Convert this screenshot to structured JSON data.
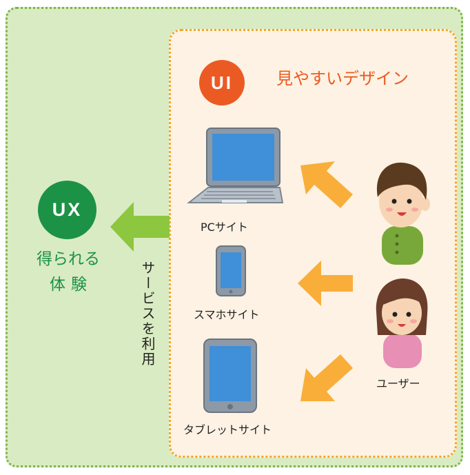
{
  "ui": {
    "badge": "UI",
    "title": "見やすいデザイン"
  },
  "ux": {
    "badge": "UX",
    "line1": "得られる",
    "line2": "体験"
  },
  "service_label": "サービスを利用",
  "devices": [
    {
      "label": "PCサイト",
      "icon": "laptop-icon"
    },
    {
      "label": "スマホサイト",
      "icon": "smartphone-icon"
    },
    {
      "label": "タブレットサイト",
      "icon": "tablet-icon"
    }
  ],
  "users_label": "ユーザー",
  "colors": {
    "outer_background": "#d9ebc2",
    "outer_border": "#7ab648",
    "inner_background": "#fdf2e3",
    "inner_border": "#f5a623",
    "ui_badge": "#ec5a24",
    "ux_badge": "#1c9247",
    "arrow_orange": "#f9ae3a",
    "arrow_green": "#8dc63f"
  }
}
